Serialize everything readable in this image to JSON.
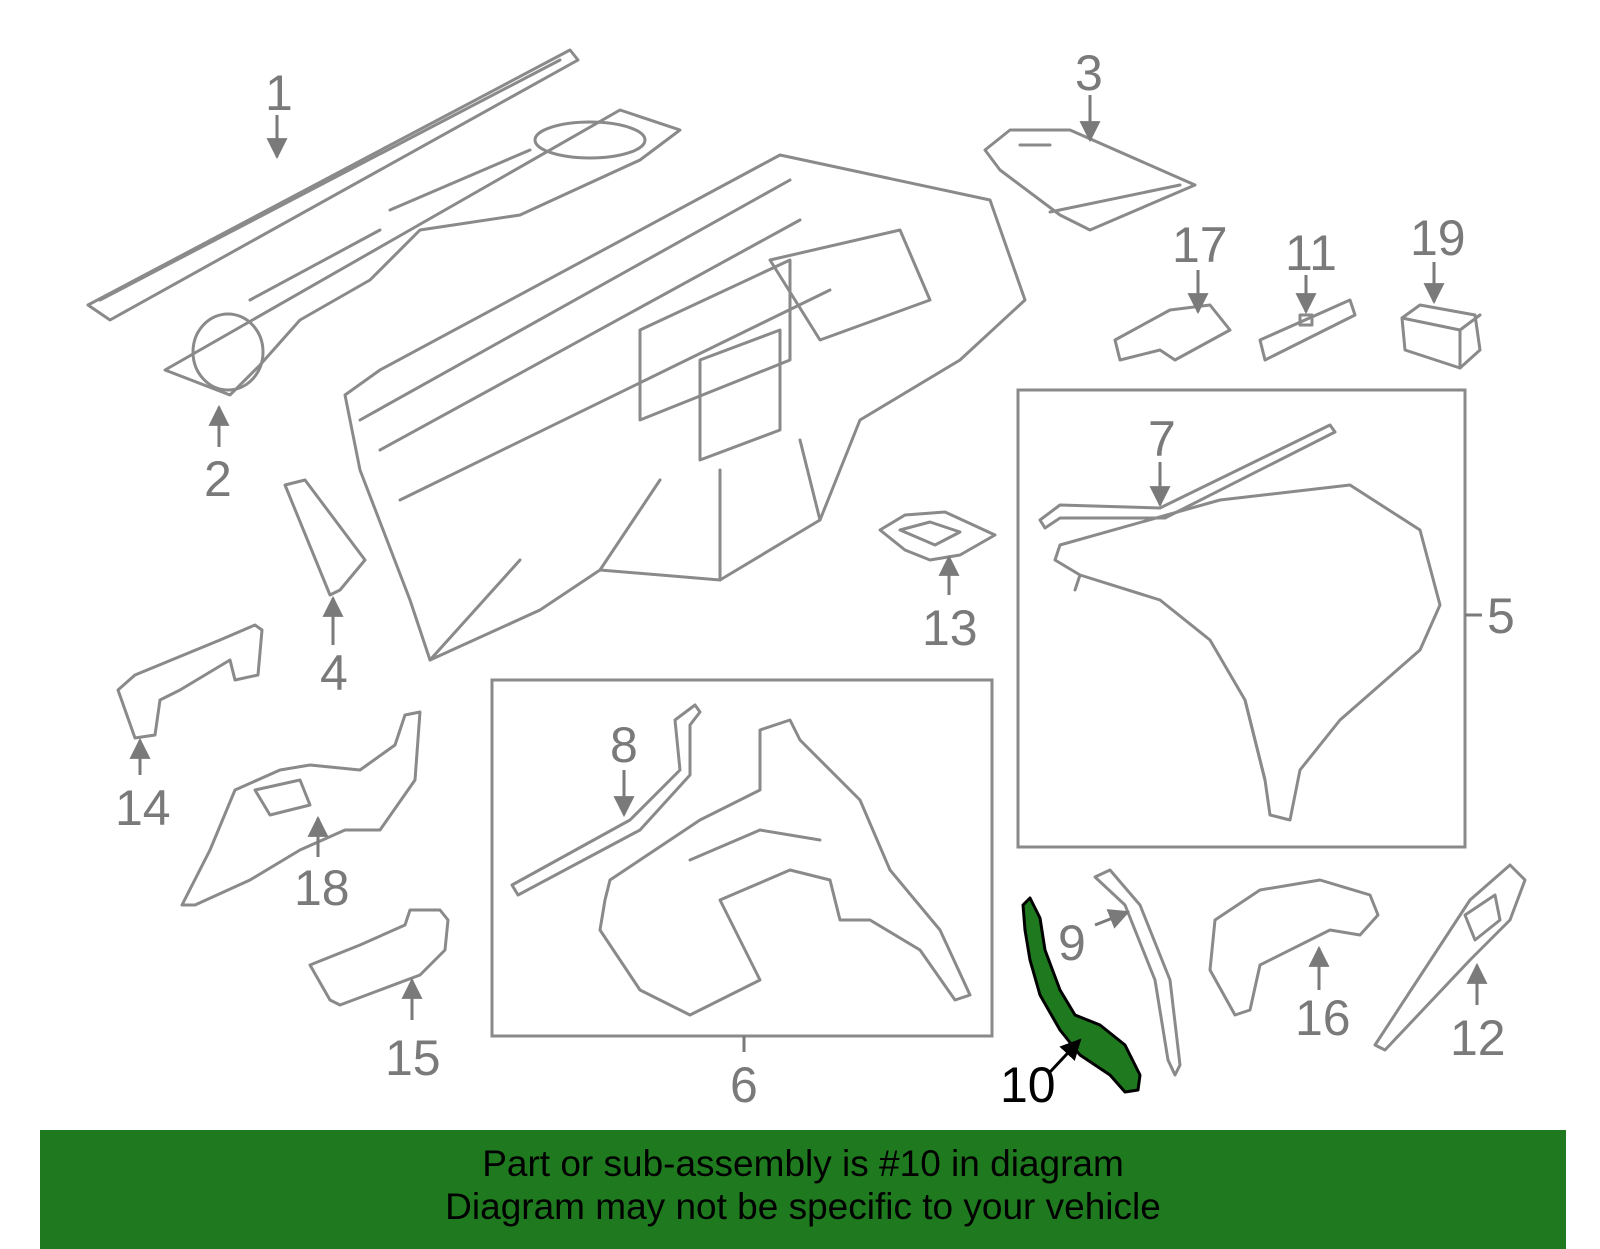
{
  "diagram": {
    "labels": {
      "p1": "1",
      "p2": "2",
      "p3": "3",
      "p4": "4",
      "p5": "5",
      "p6": "6",
      "p7": "7",
      "p8": "8",
      "p9": "9",
      "p10": "10",
      "p11": "11",
      "p12": "12",
      "p13": "13",
      "p14": "14",
      "p15": "15",
      "p16": "16",
      "p17": "17",
      "p18": "18",
      "p19": "19"
    },
    "highlight_color": "#1f7a1f"
  },
  "banner": {
    "line1": "Part or sub-assembly is #10 in diagram",
    "line2": "Diagram may not be specific to your vehicle",
    "background": "#1f7a1f"
  }
}
